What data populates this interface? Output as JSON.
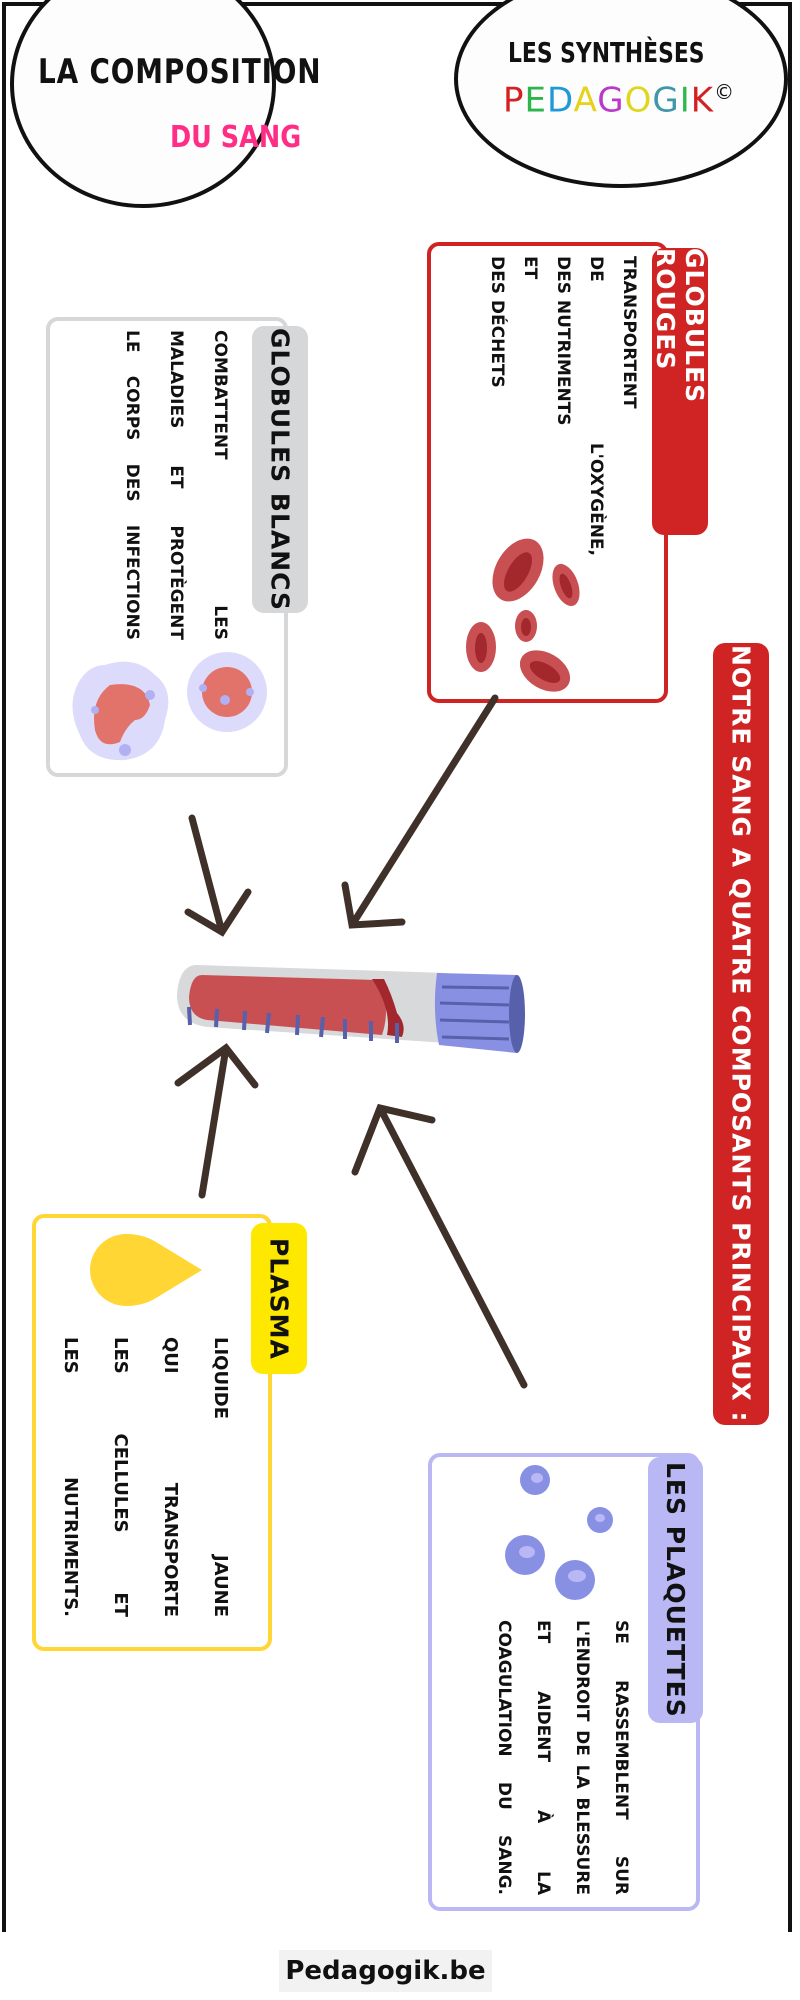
{
  "header": {
    "title_line1": "LA COMPOSITION",
    "title_line2": "DU SANG",
    "series_label": "LES SYNTHÈSES",
    "brand_letters": [
      "P",
      "E",
      "D",
      "A",
      "G",
      "O",
      "G",
      "I",
      "K"
    ],
    "brand_colors": [
      "#d42020",
      "#2bb54a",
      "#1e9ad6",
      "#e6d21a",
      "#b93ac9",
      "#e0d61c",
      "#3f97a8",
      "#2eb84a",
      "#d42020"
    ],
    "copyright": "©"
  },
  "banner": {
    "text": "NOTRE SANG A QUATRE COMPOSANTS PRINCIPAUX :",
    "color": "#d02424"
  },
  "cards": {
    "red": {
      "title": "GLOBULES ROUGES",
      "lines": [
        "TRANSPORTENT",
        "DE L'OXYGÈNE,",
        "DES NUTRIMENTS",
        "ET",
        "DES DÉCHETS"
      ],
      "color": "#d02424",
      "icon": "red-blood-cells-icon"
    },
    "white": {
      "title": "GLOBULES BLANCS",
      "lines": [
        "COMBATTENT LES",
        "MALADIES ET PROTÈGENT",
        "LE CORPS DES INFECTIONS"
      ],
      "color": "#d6d7d9",
      "icon": "white-blood-cells-icon"
    },
    "plasma": {
      "title": "PLASMA",
      "lines": [
        "LIQUIDE JAUNE",
        "QUI TRANSPORTE",
        "LES CELLULES ET",
        "LES NUTRIMENTS."
      ],
      "color": "#ffd633",
      "tag_color": "#ffe800",
      "icon": "drop-icon"
    },
    "platelets": {
      "title": "LES PLAQUETTES",
      "lines": [
        "SE RASSEMBLENT SUR",
        "L'ENDROIT DE LA BLESSURE",
        "ET AIDENT À LA",
        "COAGULATION DU SANG."
      ],
      "color": "#b9b8f5",
      "icon": "platelets-icon"
    }
  },
  "footer": {
    "text": "Pedagogik.be"
  }
}
